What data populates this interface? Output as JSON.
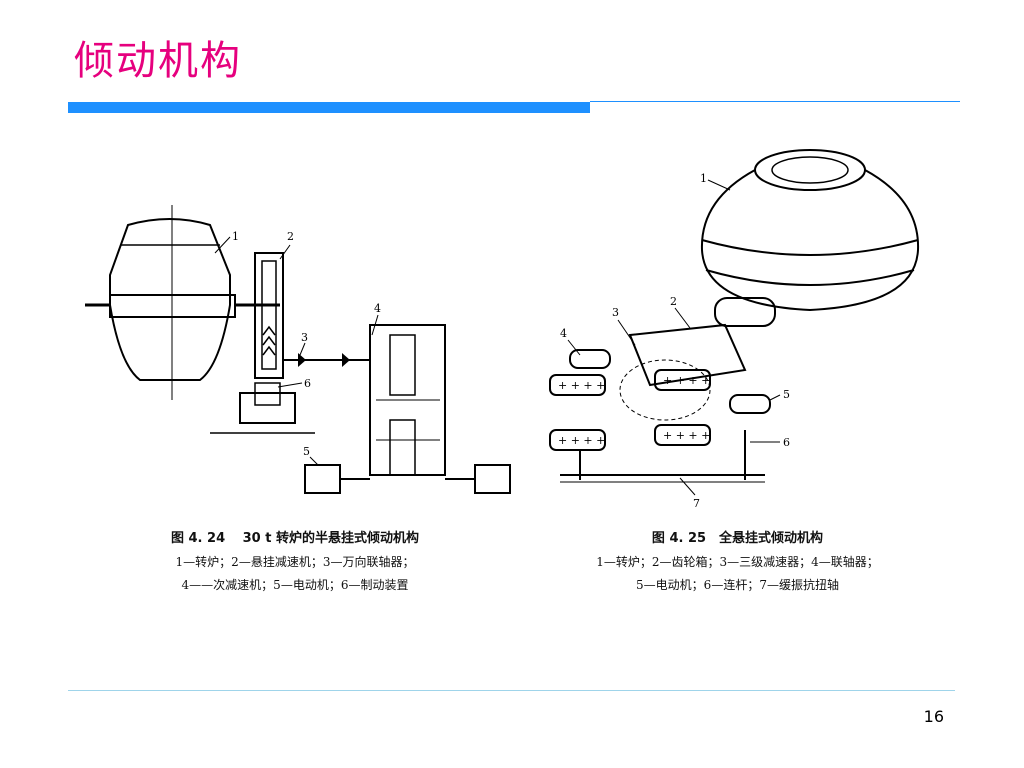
{
  "slide": {
    "title": "倾动机构",
    "page_number": "16",
    "colors": {
      "title": "#e6007e",
      "rule": "#1e90ff",
      "footer_rule": "#9fd4ea"
    }
  },
  "figures": [
    {
      "caption_title": "图 4. 24　 30 t 转炉的半悬挂式倾动机构",
      "caption_lines": [
        "1—转炉；2—悬挂减速机；3—万向联轴器；",
        "4——次减速机；5—电动机；6—制动装置"
      ],
      "callouts": [
        "1",
        "2",
        "3",
        "4",
        "5",
        "6"
      ]
    },
    {
      "caption_title": "图 4. 25　全悬挂式倾动机构",
      "caption_lines": [
        "1—转炉；2—齿轮箱；3—三级减速器；4—联轴器；",
        "5—电动机；6—连杆；7—缓振抗扭轴"
      ],
      "callouts": [
        "1",
        "2",
        "3",
        "4",
        "5",
        "6",
        "7"
      ]
    }
  ]
}
